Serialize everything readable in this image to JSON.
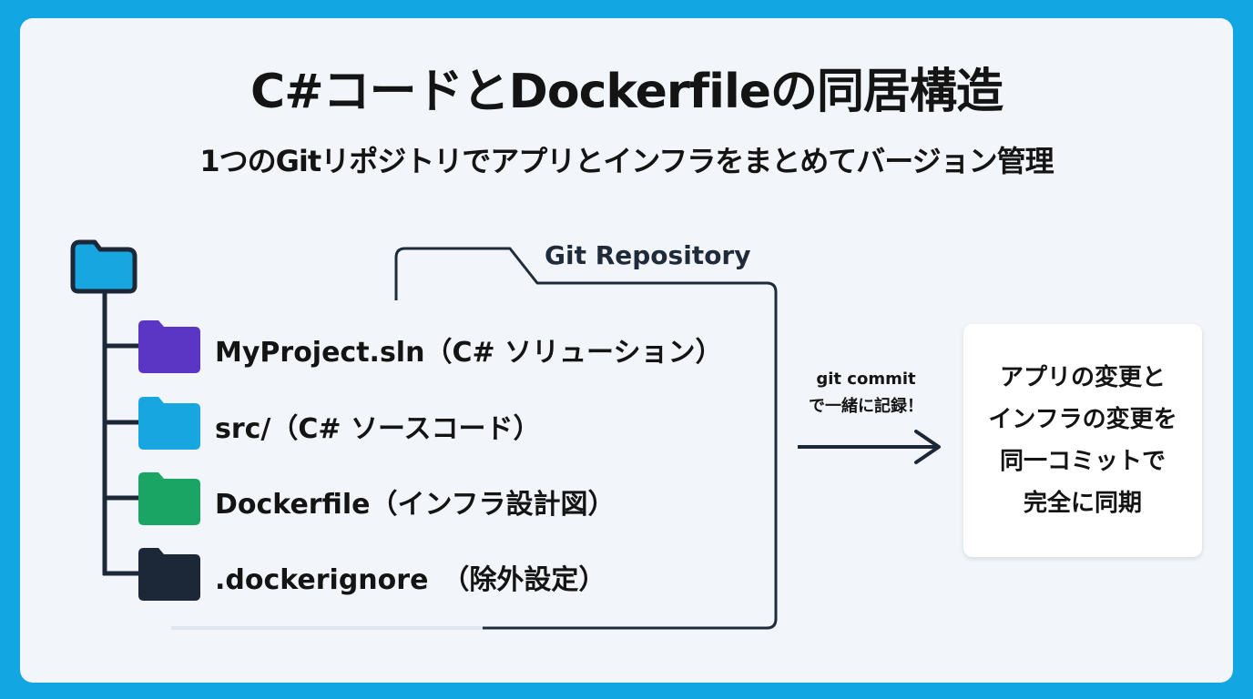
{
  "title": "C#コードとDockerfileの同居構造",
  "subtitle": "1つのGitリポジトリでアプリとインフラをまとめてバージョン管理",
  "repo_label": "Git Repository",
  "items": [
    {
      "label": "MyProject.sln（C# ソリューション）",
      "color": "#5b35c4"
    },
    {
      "label": "src/（C# ソースコード）",
      "color": "#18a6e0"
    },
    {
      "label": "Dockerfile（インフラ設計図）",
      "color": "#1aa565"
    },
    {
      "label": ".dockerignore　（除外設定）",
      "color": "#1c2838"
    }
  ],
  "root_folder_color": "#18a6e0",
  "commit_text": [
    "git commit",
    "で一緒に記録！"
  ],
  "result_lines": [
    "アプリの変更と",
    "インフラの変更を",
    "同一コミットで",
    "完全に同期"
  ]
}
